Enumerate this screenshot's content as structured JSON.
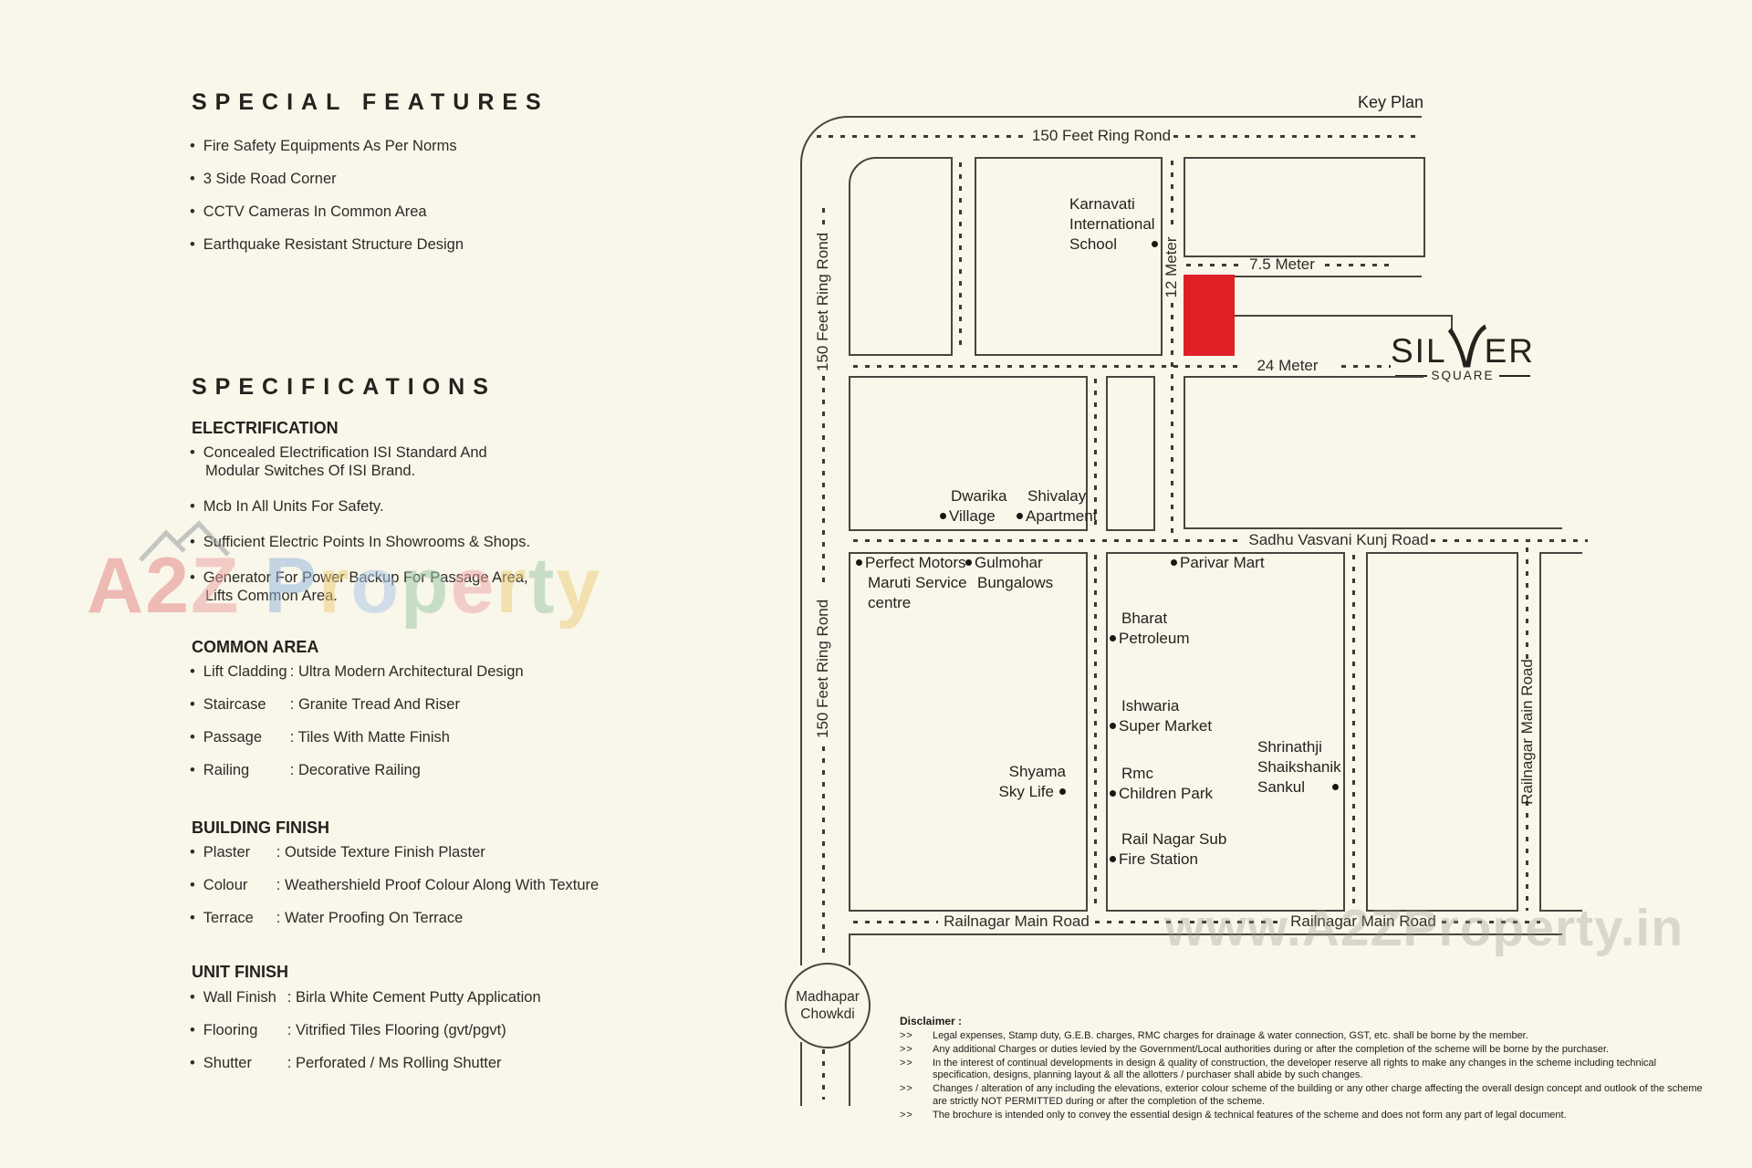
{
  "special_features": {
    "title": "SPECIAL FEATURES",
    "items": [
      "Fire Safety Equipments As Per Norms",
      "3 Side Road Corner",
      "CCTV Cameras In Common Area",
      "Earthquake Resistant Structure Design"
    ]
  },
  "specifications": {
    "title": "SPECIFICATIONS",
    "groups": [
      {
        "heading": "ELECTRIFICATION",
        "items": [
          {
            "text": "Concealed Electrification ISI Standard And",
            "text2": "Modular Switches Of ISI Brand."
          },
          {
            "text": "Mcb In All Units For Safety."
          },
          {
            "text": "Sufficient Electric Points In Showrooms & Shops."
          },
          {
            "text": "Generator For Power Backup For Passage Area,",
            "text2": "Lifts Common Area."
          }
        ]
      },
      {
        "heading": "COMMON AREA",
        "items": [
          {
            "label": "Lift Cladding",
            "value": ": Ultra Modern Architectural Design"
          },
          {
            "label": "Staircase",
            "value": ":  Granite Tread And Riser"
          },
          {
            "label": "Passage",
            "value": ": Tiles With Matte Finish"
          },
          {
            "label": "Railing",
            "value": ": Decorative Railing"
          }
        ]
      },
      {
        "heading": "BUILDING FINISH",
        "items": [
          {
            "label": "Plaster",
            "value": ":   Outside Texture Finish Plaster"
          },
          {
            "label": "Colour",
            "value": ":   Weathershield Proof Colour Along With Texture"
          },
          {
            "label": "Terrace",
            "value": ":   Water Proofing On Terrace"
          }
        ]
      },
      {
        "heading": "UNIT FINISH",
        "items": [
          {
            "label": "Wall Finish",
            "value": ": Birla White Cement Putty Application"
          },
          {
            "label": "Flooring",
            "value": ": Vitrified Tiles Flooring (gvt/pgvt)"
          },
          {
            "label": "Shutter",
            "value": ": Perforated / Ms Rolling Shutter"
          }
        ]
      }
    ]
  },
  "key_plan": {
    "title": "Key Plan",
    "road_labels": {
      "ring_road": "150 Feet Ring Rond",
      "twelve": "12 Meter",
      "seven_half": "7.5 Meter",
      "twenty_four": "24 Meter",
      "sadhu": "Sadhu Vasvani Kunj Road",
      "railnagar": "Railnagar Main Road"
    },
    "site_color": "#e01f26",
    "places": {
      "karnavati": [
        "Karnavati",
        "International",
        "School"
      ],
      "dwarika": [
        "Dwarika",
        "Village"
      ],
      "shivalay": [
        "Shivalay",
        "Apartment"
      ],
      "perfect": [
        "Perfect Motors",
        "Maruti Service",
        "centre"
      ],
      "gulmohar": [
        "Gulmohar",
        "Bungalows"
      ],
      "parivar": [
        "Parivar Mart"
      ],
      "bharat": [
        "Bharat",
        "Petroleum"
      ],
      "ishwaria": [
        "Ishwaria",
        "Super Market"
      ],
      "rmc": [
        "Rmc",
        "Children Park"
      ],
      "shyama": [
        "Shyama",
        "Sky Life"
      ],
      "railsub": [
        "Rail Nagar Sub",
        "Fire Station"
      ],
      "shrinathji": [
        "Shrinathji",
        "Shaikshanik",
        "Sankul"
      ],
      "madhapar": [
        "Madhapar",
        "Chowkdi"
      ]
    }
  },
  "logo": {
    "part1": "SIL",
    "part2": "ER",
    "line2": "SQUARE"
  },
  "watermark": {
    "url": "www.A2ZProperty.in",
    "letters": [
      {
        "ch": "A",
        "style": "color:#e57f7f"
      },
      {
        "ch": "2",
        "style": "color:#e57f7f"
      },
      {
        "ch": "Z",
        "style": "color:#eda0a0"
      },
      {
        "ch": "P",
        "style": "color:#8fb4dd"
      },
      {
        "ch": "r",
        "style": "color:#edcb74"
      },
      {
        "ch": "o",
        "style": "color:#a9c6e8"
      },
      {
        "ch": "p",
        "style": "color:#97c8a1"
      },
      {
        "ch": "e",
        "style": "color:#eda4a4"
      },
      {
        "ch": "r",
        "style": "color:#edcb74"
      },
      {
        "ch": "t",
        "style": "color:#97c8a1"
      },
      {
        "ch": "y",
        "style": "color:#edcb74"
      }
    ]
  },
  "disclaimer": {
    "title": "Disclaimer :",
    "items": [
      "Legal expenses, Stamp duty, G.E.B. charges, RMC charges for drainage & water connection, GST, etc. shall be borne by the member.",
      "Any additional Charges or duties levied by the Government/Local authorities during or after the completion of the scheme will be borne by the purchaser.",
      "In the interest of continual developments in design & quality of construction, the developer reserve all rights to make any changes in the scheme including technical specification, designs, planning layout & all the allotters / purchaser shall abide by such changes.",
      "Changes / alteration of any including the elevations, exterior colour scheme of the building or any other charge affecting the overall design concept and outlook of the scheme are strictly NOT PERMITTED during or after the completion of the scheme.",
      "The brochure is intended only to convey the essential design & technical features of the scheme and does not form any part of legal document."
    ]
  }
}
